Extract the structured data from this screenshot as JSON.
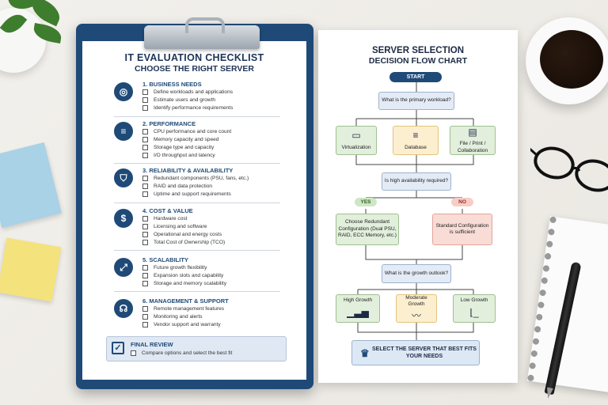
{
  "checklist": {
    "title": "IT EVALUATION CHECKLIST",
    "subtitle": "CHOOSE THE RIGHT SERVER",
    "sections": [
      {
        "head": "1.   BUSINESS NEEDS",
        "icon": "target-icon",
        "glyph": "◎",
        "items": [
          "Define workloads and applications",
          "Estimate users and growth",
          "Identify performance requirements"
        ]
      },
      {
        "head": "2.   PERFORMANCE",
        "icon": "database-icon",
        "glyph": "≡",
        "items": [
          "CPU performance and core count",
          "Memory capacity and speed",
          "Storage type and capacity",
          "I/O throughput and latency"
        ]
      },
      {
        "head": "3.   RELIABILITY & AVAILABILITY",
        "icon": "shield-icon",
        "glyph": "⛉",
        "items": [
          "Redundant components (PSU, fans, etc.)",
          "RAID and data protection",
          "Uptime and support requirements"
        ]
      },
      {
        "head": "4.   COST & VALUE",
        "icon": "dollar-icon",
        "glyph": "$",
        "items": [
          "Hardware cost",
          "Licensing and software",
          "Operational and energy costs",
          "Total Cost of Ownership (TCO)"
        ]
      },
      {
        "head": "5.   SCALABILITY",
        "icon": "expand-icon",
        "glyph": "⤢",
        "items": [
          "Future growth flexibility",
          "Expansion slots and capability",
          "Storage and memory scalability"
        ]
      },
      {
        "head": "6.   MANAGEMENT & SUPPORT",
        "icon": "headset-icon",
        "glyph": "☊",
        "items": [
          "Remote management features",
          "Monitoring and alerts",
          "Vendor support and warranty"
        ]
      }
    ],
    "final": {
      "head": "FINAL REVIEW",
      "item": "Compare options and select the best fit"
    }
  },
  "flowchart": {
    "title": "SERVER SELECTION",
    "subtitle": "DECISION FLOW CHART",
    "start": "START",
    "q1": "What is the primary workload?",
    "workloads": [
      "Virtualization",
      "Database",
      "File / Print / Collaboration"
    ],
    "q2": "Is high availability required?",
    "yes": "YES",
    "no": "NO",
    "yes_result": "Choose Redundant Configuration (Dual PSU, RAID, ECC Memory, etc.)",
    "no_result": "Standard Configuration is sufficient",
    "q3": "What is the growth outlook?",
    "growth": [
      "High Growth",
      "Moderate Growth",
      "Low Growth"
    ],
    "final": "SELECT THE SERVER THAT BEST FITS YOUR NEEDS"
  }
}
